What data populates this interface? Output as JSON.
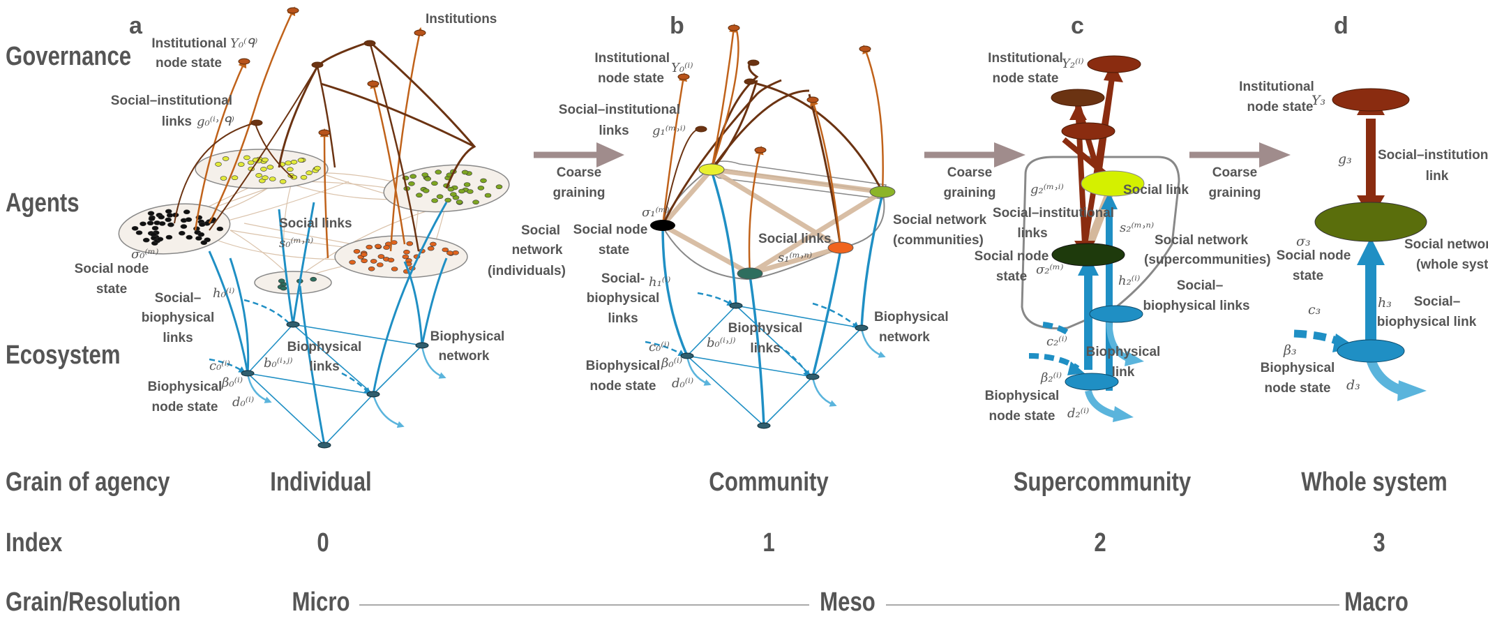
{
  "rows": {
    "governance": "Governance",
    "agents": "Agents",
    "ecosystem": "Ecosystem",
    "grain_of_agency": "Grain of agency",
    "index": "Index",
    "grain_resolution": "Grain/Resolution"
  },
  "panels": [
    "a",
    "b",
    "c",
    "d"
  ],
  "arrows": {
    "coarse_graining": [
      "Coarse",
      "graining"
    ]
  },
  "panel_a": {
    "institutions": "Institutions",
    "inst_node_state": [
      "Institutional",
      "node state"
    ],
    "inst_symbol": "Υ₀⁽ᑫ⁾",
    "soc_inst_links": [
      "Social–institutional",
      "links"
    ],
    "soc_inst_symbol": "g₀⁽ⁱ˒ ᑫ⁾",
    "social_links": "Social links",
    "social_links_symbol": "s₀⁽ᵐ˒ⁿ⁾",
    "social_network": [
      "Social",
      "network",
      "(individuals)"
    ],
    "social_node_state": [
      "Social node",
      "state"
    ],
    "sigma_symbol": "σ₀⁽ᵐ⁾",
    "soc_bio_links": [
      "Social–",
      "biophysical",
      "links"
    ],
    "h_symbol": "h₀⁽ⁱ⁾",
    "c_symbol": "c₀⁽ⁱ⁾",
    "beta_symbol": "β₀⁽ⁱ⁾",
    "d_symbol": "d₀⁽ⁱ⁾",
    "b_symbol": "b₀⁽ⁱ˒ʲ⁾",
    "bio_node_state": [
      "Biophysical",
      "node state"
    ],
    "bio_links": [
      "Biophysical",
      "links"
    ],
    "bio_network": [
      "Biophysical",
      "network"
    ]
  },
  "panel_b": {
    "inst_node_state": [
      "Institutional",
      "node state"
    ],
    "inst_symbol": "Υ₀⁽ⁱ⁾",
    "soc_inst_links": [
      "Social–institutional",
      "links"
    ],
    "soc_inst_symbol": "g₁⁽ᵐ˒ⁱ⁾",
    "sigma_symbol": "σ₁⁽ᵐ⁾",
    "social_node_state": [
      "Social node",
      "state"
    ],
    "social_links": "Social links",
    "social_links_symbol": "s₁⁽ᵐ˒ⁿ⁾",
    "social_network": [
      "Social network",
      "(communities)"
    ],
    "soc_bio_links": [
      "Social-",
      "biophysical",
      "links"
    ],
    "h_symbol": "h₁⁽ⁱ⁾",
    "c_symbol": "c₀⁽ⁱ⁾",
    "beta_symbol": "β₀⁽ⁱ⁾",
    "d_symbol": "d₀⁽ⁱ⁾",
    "b_symbol": "b₀⁽ⁱ˒ʲ⁾",
    "bio_node_state": [
      "Biophysical",
      "node state"
    ],
    "bio_links": [
      "Biophysical",
      "links"
    ],
    "bio_network": [
      "Biophysical",
      "network"
    ]
  },
  "panel_c": {
    "inst_node_state": [
      "Institutional",
      "node state"
    ],
    "inst_symbol": "Υ₂⁽ⁱ⁾",
    "g_symbol": "g₂⁽ᵐ˒ⁱ⁾",
    "soc_inst_links": [
      "Social–institutional",
      "links"
    ],
    "social_link": "Social link",
    "s_symbol": "s₂⁽ᵐ˒ⁿ⁾",
    "social_network": [
      "Social network",
      "(supercommunities)"
    ],
    "social_node_state": [
      "Social node",
      "state"
    ],
    "sigma_symbol": "σ₂⁽ᵐ⁾",
    "h_symbol": "h₂⁽ⁱ⁾",
    "soc_bio_links": [
      "Social–",
      "biophysical links"
    ],
    "c_symbol": "c₂⁽ⁱ⁾",
    "beta_symbol": "β₂⁽ⁱ⁾",
    "bio_link": [
      "Biophysical",
      "link"
    ],
    "bio_node_state": [
      "Biophysical",
      "node state"
    ],
    "d_symbol": "d₂⁽ⁱ⁾"
  },
  "panel_d": {
    "inst_node_state": [
      "Institutional",
      "node state"
    ],
    "inst_symbol": "Υ₃",
    "g_symbol": "g₃",
    "soc_inst_link": [
      "Social–institutional",
      "link"
    ],
    "sigma_symbol": "σ₃",
    "social_node_state": [
      "Social node",
      "state"
    ],
    "social_network": [
      "Social network",
      "(whole system)"
    ],
    "h_symbol": "h₃",
    "soc_bio_link": [
      "Social–",
      "biophysical link"
    ],
    "c_symbol": "c₃",
    "beta_symbol": "β₃",
    "bio_node_state": [
      "Biophysical",
      "node state"
    ],
    "d_symbol": "d₃"
  },
  "grain_of_agency": [
    "Individual",
    "Community",
    "Supercommunity",
    "Whole system"
  ],
  "index": [
    "0",
    "1",
    "2",
    "3"
  ],
  "grain_resolution": [
    "Micro",
    "Meso",
    "Macro"
  ],
  "colors": {
    "label_gray": "#555555",
    "social_link": "#d4b89c",
    "institution_orange": "#c0621a",
    "institution_brown": "#6b3312",
    "ecosystem_blue": "#1f8fc4",
    "arrow_gray": "#a08c8c",
    "community_yellow": "#e8f030",
    "community_green": "#6a8c1e",
    "community_orange": "#e85a1a",
    "community_teal": "#2e6e5e",
    "supercommunity_lime": "#d4f000",
    "supercommunity_darkgreen": "#1e3a0c",
    "whole_system_olive": "#5a6e0c",
    "institution_red": "#8a2c10"
  }
}
